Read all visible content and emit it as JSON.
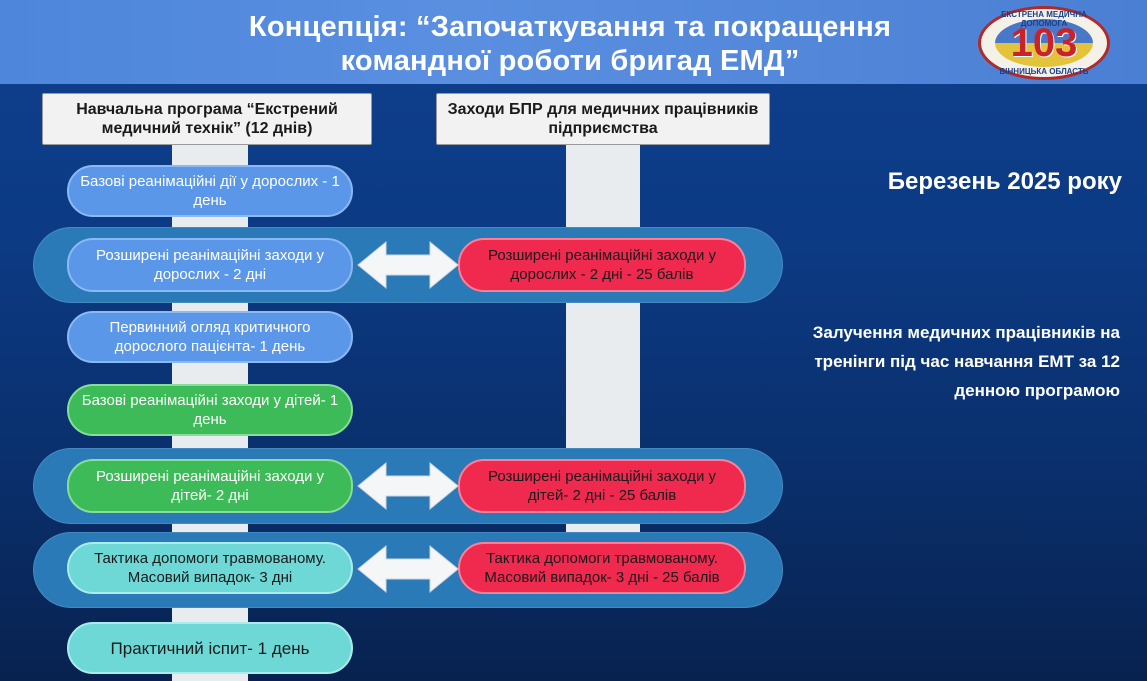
{
  "header": {
    "title_line1": "Концепція: “Започаткування та покращення",
    "title_line2": "командної роботи бригад ЕМД”",
    "logo_number": "103",
    "logo_text_top": "ЕКСТРЕНА МЕДИЧНА ДОПОМОГА",
    "logo_text_bottom": "ВІННИЦЬКА ОБЛАСТЬ"
  },
  "columns": {
    "left_header": "Навчальна програма “Екстрений медичний технік” (12 днів)",
    "right_header": "Заходи БПР для медичних працівників підприємства"
  },
  "left_steps": [
    {
      "label": "Базові реанімаційні дії у дорослих - 1 день",
      "color": "blue"
    },
    {
      "label": "Розширені реанімаційні заходи у дорослих - 2 дні",
      "color": "blue"
    },
    {
      "label": "Первинний огляд критичного дорослого пацієнта- 1 день",
      "color": "blue"
    },
    {
      "label": "Базові реанімаційні заходи у дітей- 1 день",
      "color": "green"
    },
    {
      "label": "Розширені реанімаційні заходи у дітей- 2 дні",
      "color": "green"
    },
    {
      "label": "Тактика допомоги травмованому. Масовий випадок- 3 дні",
      "color": "teal"
    },
    {
      "label": "Практичний іспит- 1 день",
      "color": "teal"
    }
  ],
  "right_steps": [
    {
      "label": "Розширені реанімаційні заходи у дорослих - 2 дні - 25 балів",
      "color": "red"
    },
    {
      "label": "Розширені реанімаційні заходи у дітей- 2 дні - 25 балів",
      "color": "red"
    },
    {
      "label": "Тактика допомоги травмованому. Масовий випадок- 3 дні - 25 балів",
      "color": "red"
    }
  ],
  "sidebar": {
    "date": "Березень 2025 року",
    "note": "Залучення медичних працівників на тренінги під час навчання ЕМТ за 12 денною програмою"
  },
  "colors": {
    "background": "#0c3a84",
    "title_bar": "#5a8fe0",
    "band": "#2b7ab8",
    "blue": "#5b97e8",
    "green": "#3dbb58",
    "red": "#f0294f",
    "teal": "#6ed8d6"
  }
}
